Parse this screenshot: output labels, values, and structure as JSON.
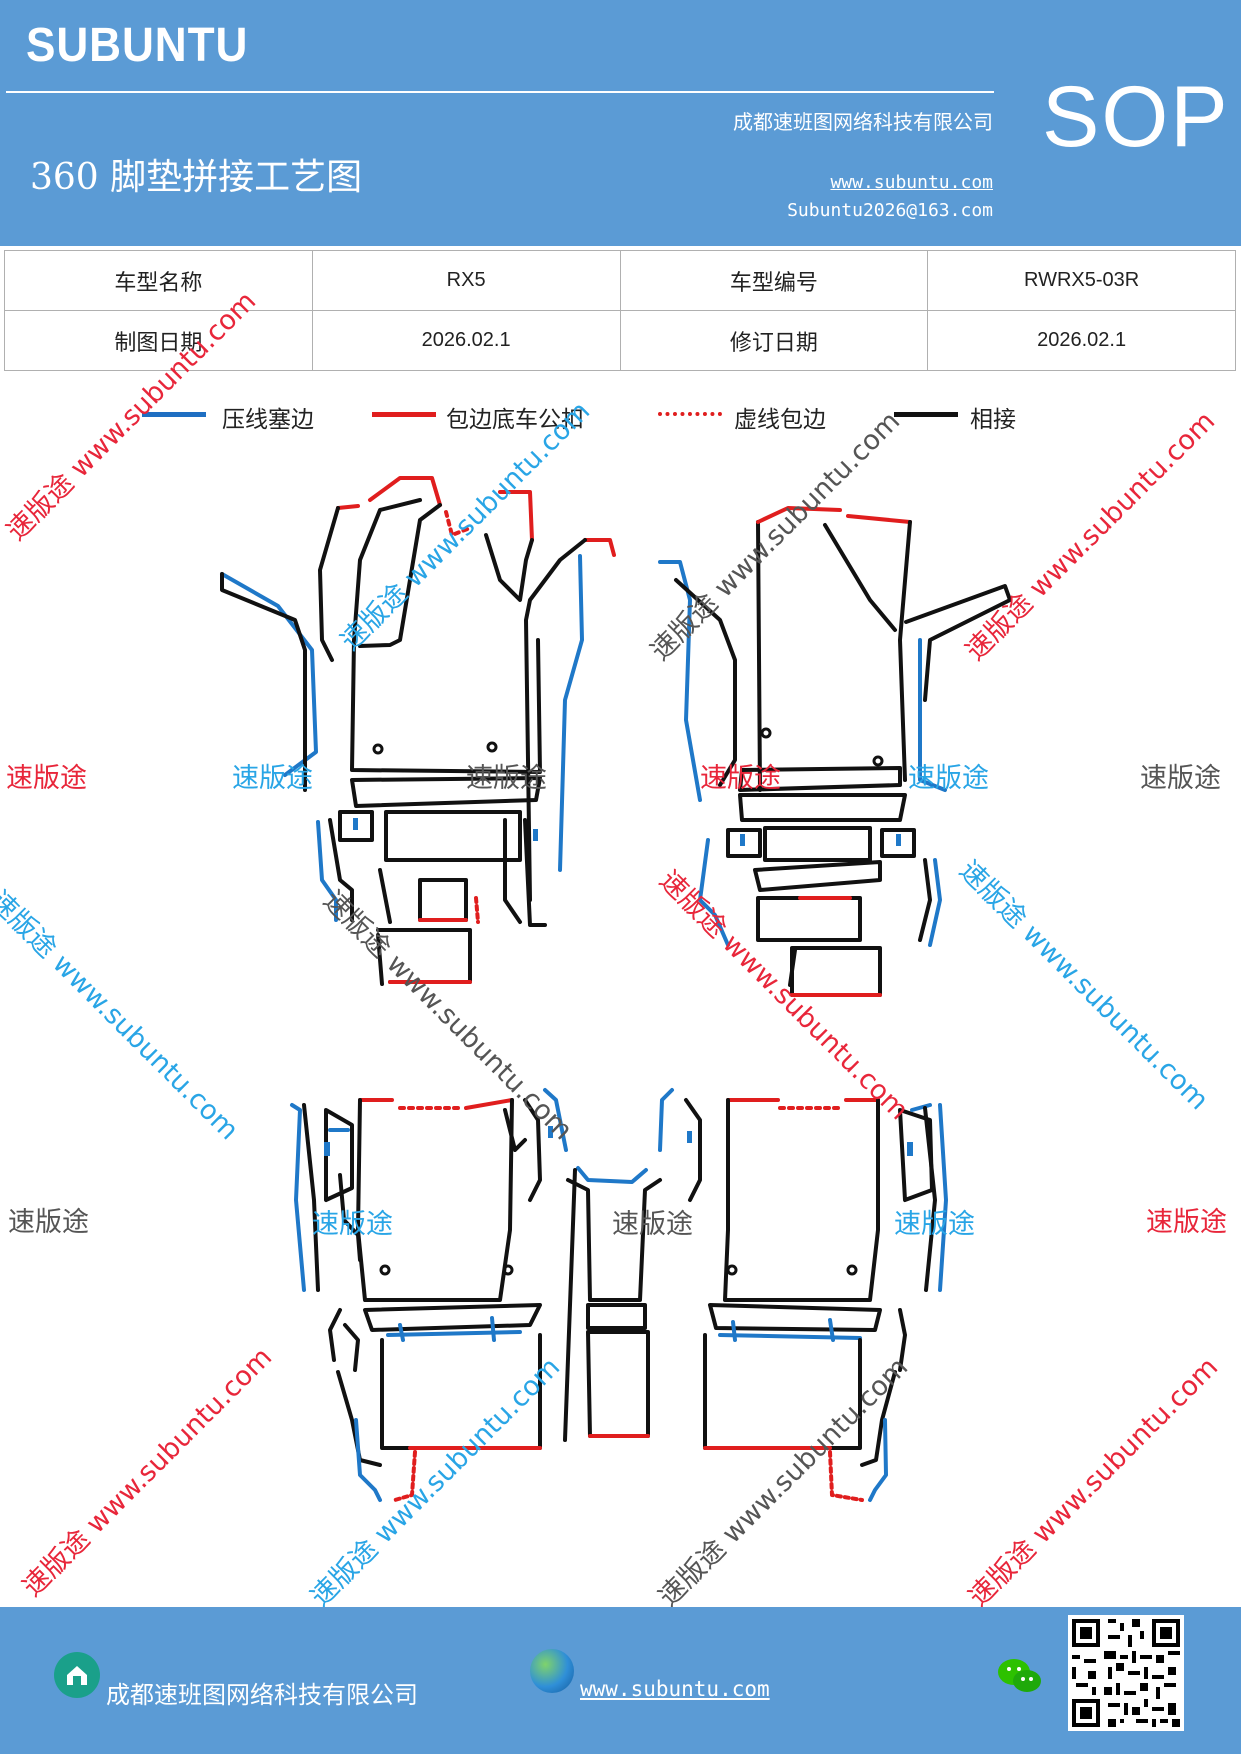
{
  "header": {
    "brand": "SUBUNTU",
    "company": "成都速班图网络科技有限公司",
    "title": "360 脚垫拼接工艺图",
    "website": "www.subuntu.com",
    "email": "Subuntu2026@163.com",
    "badge": "SOP"
  },
  "info": {
    "model_name_label": "车型名称",
    "model_name": "RX5",
    "model_code_label": "车型编号",
    "model_code": "RWRX5-03R",
    "draw_date_label": "制图日期",
    "draw_date": "2026.02.1",
    "revise_date_label": "修订日期",
    "revise_date": "2026.02.1"
  },
  "legend": [
    {
      "label": "压线塞边",
      "color": "#1f6fc2",
      "style": "solid"
    },
    {
      "label": "包边底车公扣",
      "color": "#e01e1e",
      "style": "solid"
    },
    {
      "label": "虚线包边",
      "color": "#e01e1e",
      "style": "dotted"
    },
    {
      "label": "相接",
      "color": "#111111",
      "style": "solid"
    }
  ],
  "watermarks": {
    "short": "速版途",
    "long": "速版途 www.subuntu.com"
  },
  "colors": {
    "header_bg": "#5b9bd5",
    "edge_blue": "#1f78c8",
    "edge_red": "#e01e1e",
    "edge_black": "#111111"
  },
  "footer": {
    "company": "成都速班图网络科技有限公司",
    "website": "www.subuntu.com",
    "icons": [
      "home-icon",
      "globe-icon",
      "wechat-icon",
      "qr-code"
    ]
  }
}
